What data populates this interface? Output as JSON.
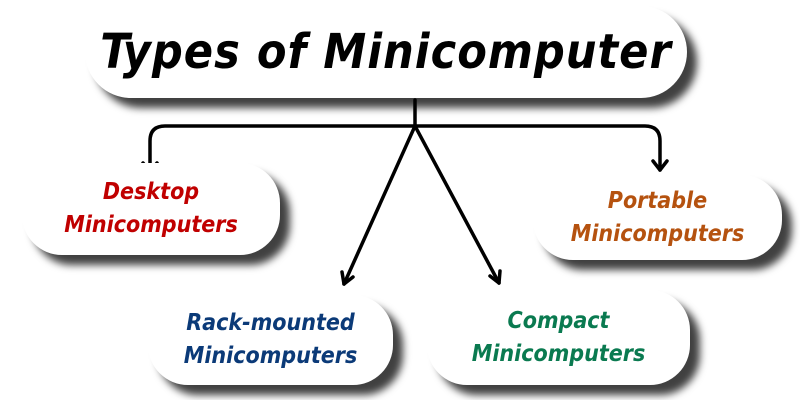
{
  "title": "Types of Minicomputer",
  "nodes": {
    "desktop": {
      "line1": "Desktop",
      "line2": "Minicomputers",
      "color": "#c00000"
    },
    "rack": {
      "line1": "Rack-mounted",
      "line2": "Minicomputers",
      "color": "#0b3a78"
    },
    "compact": {
      "line1": "Compact",
      "line2": "Minicomputers",
      "color": "#0a7a50"
    },
    "portable": {
      "line1": "Portable",
      "line2": "Minicomputers",
      "color": "#b5520f"
    }
  }
}
